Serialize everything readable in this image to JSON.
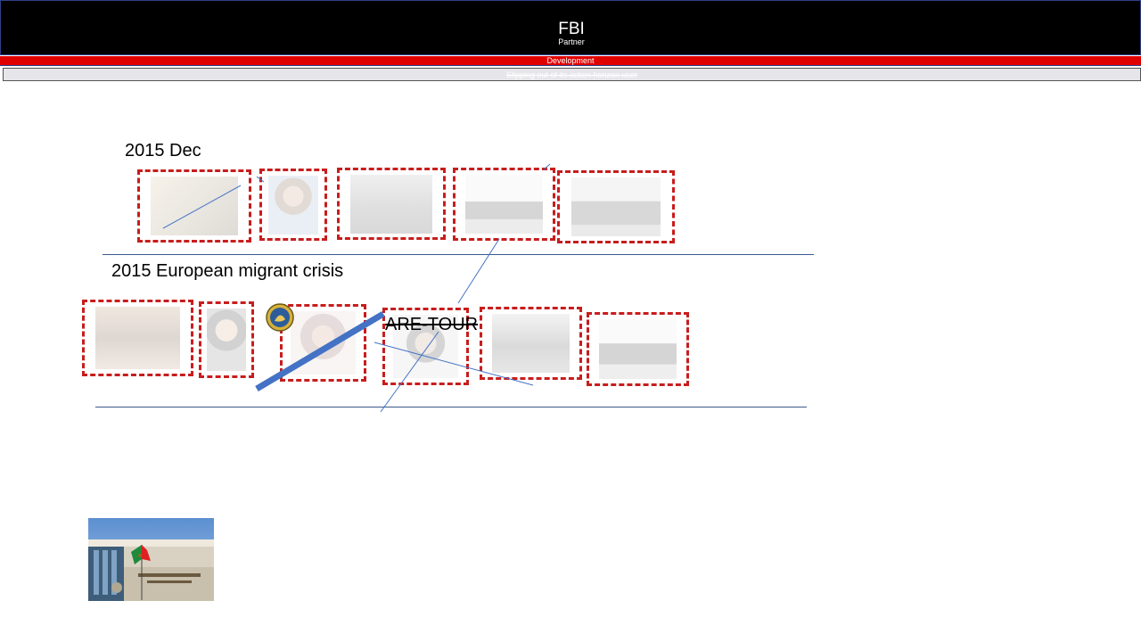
{
  "header": {
    "title": "FBI",
    "subtitle": "Partner"
  },
  "band": {
    "label": "Development"
  },
  "grey_bar": {
    "label": "Slipping out of its action horizon user"
  },
  "sections": [
    {
      "label": "2015 Dec"
    },
    {
      "label": "2015 European migrant crisis"
    }
  ],
  "overlay_text": "ARE-TOUR",
  "colors": {
    "header_bg": "#000000",
    "band": "#e00000",
    "dashed_border": "#c81d1d",
    "rule": "#3a5a8c",
    "thick_line": "#4472c4"
  },
  "icons": {
    "seal": "seal-icon",
    "building": "building-photo"
  }
}
